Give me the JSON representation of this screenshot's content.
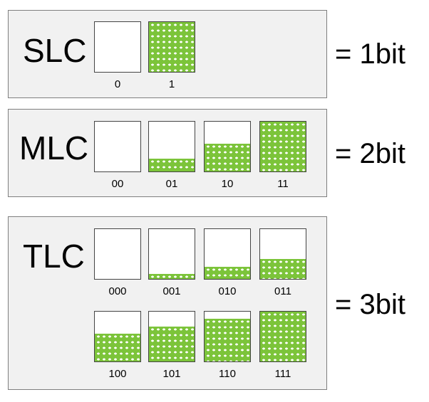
{
  "fill_color": "#7cc43a",
  "rows": [
    {
      "type": "SLC",
      "bits": "= 1bit",
      "cells": [
        {
          "code": "0",
          "fill_fraction": 0
        },
        {
          "code": "1",
          "fill_fraction": 1
        }
      ]
    },
    {
      "type": "MLC",
      "bits": "= 2bit",
      "cells": [
        {
          "code": "00",
          "fill_fraction": 0
        },
        {
          "code": "01",
          "fill_fraction": 0.25
        },
        {
          "code": "10",
          "fill_fraction": 0.55
        },
        {
          "code": "11",
          "fill_fraction": 1
        }
      ]
    },
    {
      "type": "TLC",
      "bits": "= 3bit",
      "cells": [
        {
          "code": "000",
          "fill_fraction": 0
        },
        {
          "code": "001",
          "fill_fraction": 0.1
        },
        {
          "code": "010",
          "fill_fraction": 0.24
        },
        {
          "code": "011",
          "fill_fraction": 0.4
        },
        {
          "code": "100",
          "fill_fraction": 0.55
        },
        {
          "code": "101",
          "fill_fraction": 0.7
        },
        {
          "code": "110",
          "fill_fraction": 0.85
        },
        {
          "code": "111",
          "fill_fraction": 1
        }
      ]
    }
  ]
}
